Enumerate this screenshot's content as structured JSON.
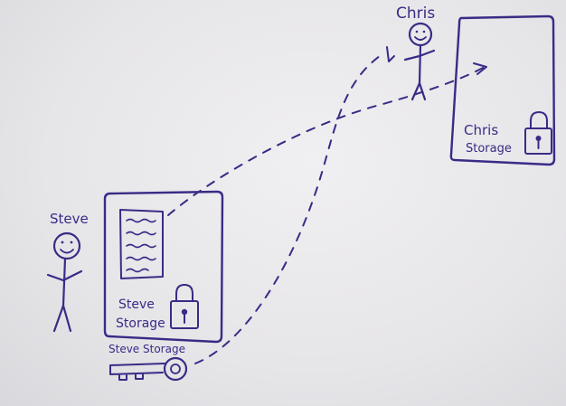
{
  "actors": {
    "chris_name": "Chris",
    "steve_name": "Steve"
  },
  "storage": {
    "chris_line1": "Chris",
    "chris_line2": "Storage",
    "steve_line1": "Steve",
    "steve_line2": "Storage"
  },
  "key": {
    "label": "Steve Storage"
  },
  "colors": {
    "ink": "#3b2a86",
    "board": "#e9e8ea"
  },
  "icons": [
    "padlock-icon",
    "key-icon",
    "document-icon",
    "stick-figure-icon"
  ]
}
